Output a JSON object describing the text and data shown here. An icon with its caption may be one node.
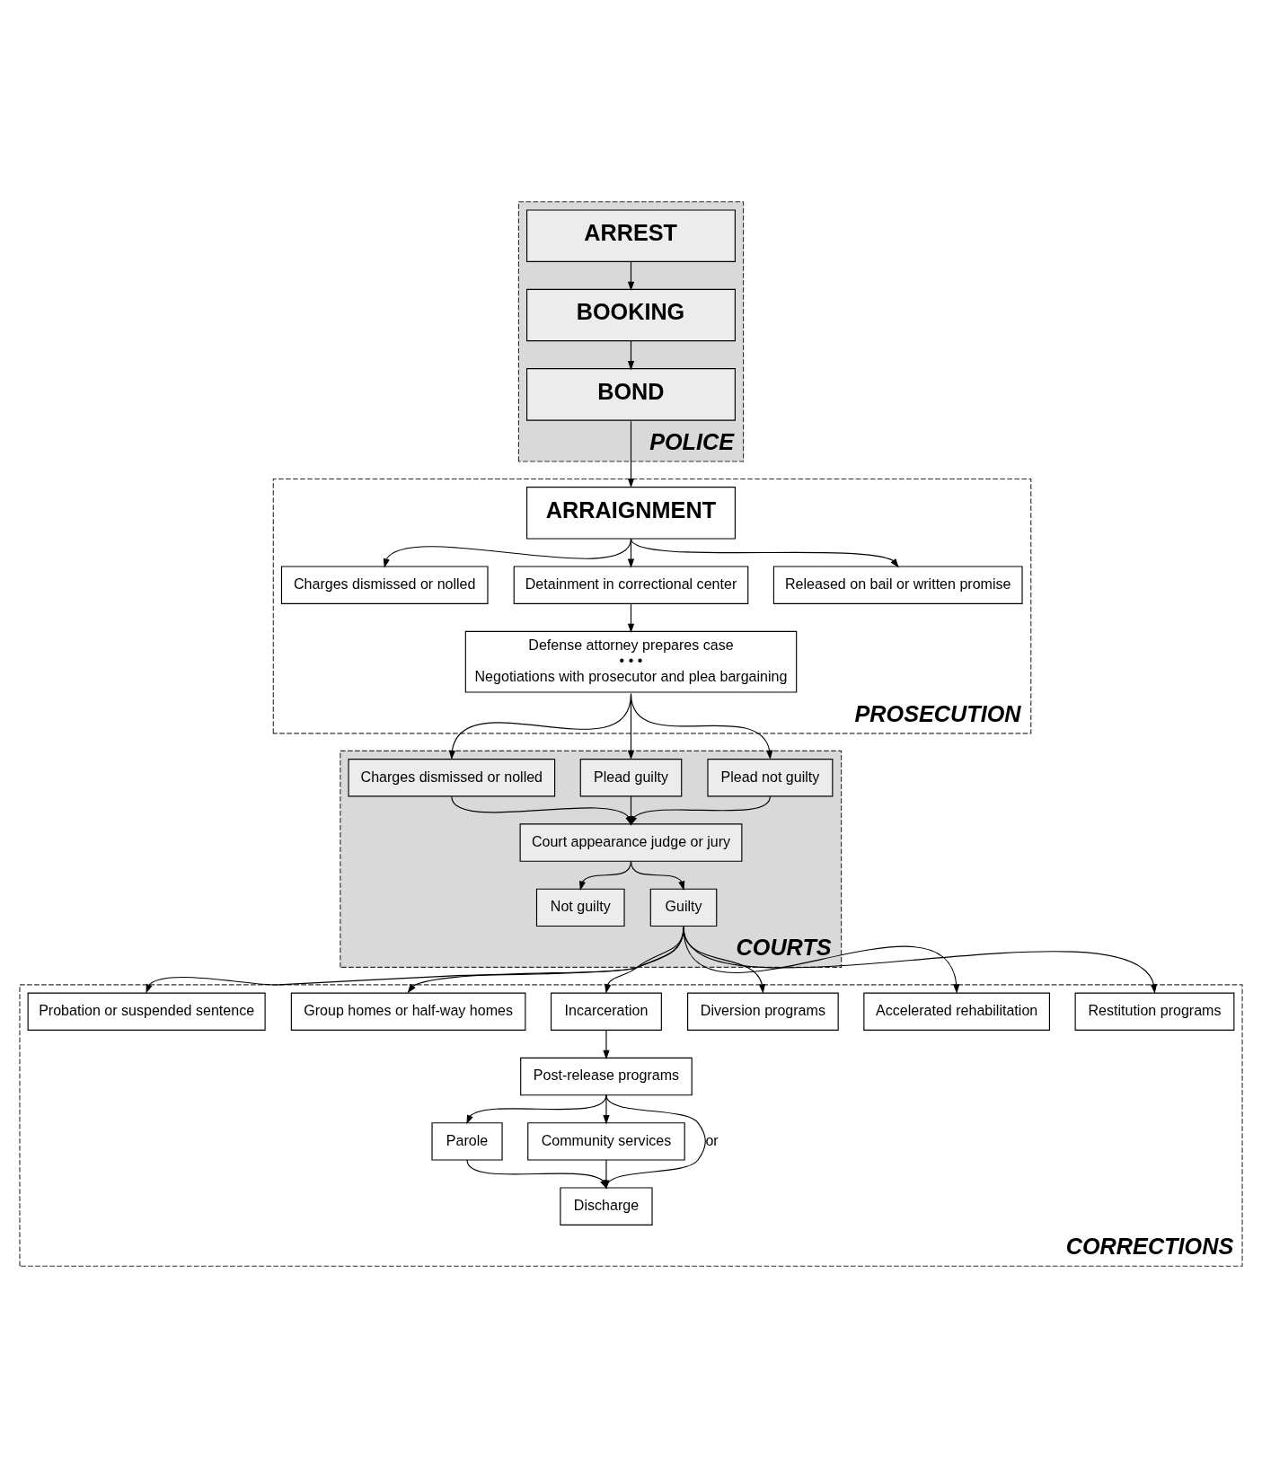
{
  "diagram": {
    "nodes": [
      {
        "text": [
          "POLICE"
        ]
      },
      {
        "text": [
          "ARREST"
        ],
        "in": 0
      },
      {
        "text": [
          "BOOKING"
        ],
        "in": 0
      },
      {
        "text": [
          "BOND"
        ],
        "in": 0
      },
      {
        "text": [
          "PROSECUTION"
        ]
      },
      {
        "text": [
          "ARRAIGNMENT"
        ],
        "in": 4
      },
      {
        "text": [
          "Charges dismissed or nolled"
        ],
        "in": 4
      },
      {
        "text": [
          "Detainment in correctional center"
        ],
        "in": 4
      },
      {
        "text": [
          "Released on bail or written promise"
        ],
        "in": 4
      },
      {
        "text": [
          "Defense attorney prepares case",
          "• • •",
          "Negotiations with prosecutor and plea bargaining"
        ],
        "in": 4
      },
      {
        "text": [
          "COURTS"
        ]
      },
      {
        "text": [
          "Charges dismissed or nolled"
        ],
        "in": 10
      },
      {
        "text": [
          "Plead guilty"
        ],
        "in": 10
      },
      {
        "text": [
          "Plead not guilty"
        ],
        "in": 10
      },
      {
        "text": [
          "Court appearance judge or jury"
        ],
        "in": 10
      },
      {
        "text": [
          "Not guilty"
        ],
        "in": 10
      },
      {
        "text": [
          "Guilty"
        ],
        "in": 10
      },
      {
        "text": [
          "CORRECTIONS"
        ]
      },
      {
        "text": [
          "Probation or suspended sentence"
        ],
        "in": 17
      },
      {
        "text": [
          "Group homes or half-way homes"
        ],
        "in": 17
      },
      {
        "text": [
          "Incarceration"
        ],
        "in": 17
      },
      {
        "text": [
          "Diversion programs"
        ],
        "in": 17
      },
      {
        "text": [
          "Accelerated rehabilitation"
        ],
        "in": 17
      },
      {
        "text": [
          "Restitution programs"
        ],
        "in": 17
      },
      {
        "text": [
          "Post-release programs"
        ],
        "in": 17
      },
      {
        "text": [
          "Parole"
        ],
        "in": 17
      },
      {
        "text": [
          "Community services"
        ],
        "in": 17
      },
      {
        "text": [
          "Discharge"
        ],
        "in": 17
      }
    ],
    "edges": [
      {
        "from": 1,
        "to": 2,
        "arrow": "to"
      },
      {
        "from": 2,
        "to": 3,
        "arrow": "to"
      },
      {
        "from": 3,
        "to": 5,
        "arrow": "to"
      },
      {
        "from": 5,
        "to": 6,
        "arrow": "to"
      },
      {
        "from": 5,
        "to": 7,
        "arrow": "to"
      },
      {
        "from": 5,
        "to": 8,
        "arrow": "to"
      },
      {
        "from": 7,
        "to": 9,
        "arrow": "to"
      },
      {
        "from": 9,
        "to": 11,
        "arrow": "to"
      },
      {
        "from": 9,
        "to": 12,
        "arrow": "to"
      },
      {
        "from": 9,
        "to": 13,
        "arrow": "to"
      },
      {
        "from": 11,
        "to": 14,
        "arrow": "to"
      },
      {
        "from": 12,
        "to": 14,
        "arrow": "to"
      },
      {
        "from": 13,
        "to": 14,
        "arrow": "to"
      },
      {
        "from": 14,
        "to": 15,
        "arrow": "to"
      },
      {
        "from": 14,
        "to": 16,
        "arrow": "to"
      },
      {
        "from": 16,
        "to": 18,
        "arrow": "to"
      },
      {
        "from": 16,
        "to": 19,
        "arrow": "to"
      },
      {
        "from": 16,
        "to": 20,
        "arrow": "to"
      },
      {
        "from": 16,
        "to": 21,
        "arrow": "to"
      },
      {
        "from": 16,
        "to": 22,
        "arrow": "to"
      },
      {
        "from": 16,
        "to": 23,
        "arrow": "to"
      },
      {
        "from": 20,
        "to": 24,
        "arrow": "to"
      },
      {
        "from": 24,
        "to": 25,
        "arrow": "to"
      },
      {
        "from": 24,
        "to": 26,
        "arrow": "to"
      },
      {
        "from": 24,
        "to": 27,
        "label": "or",
        "arrow": "none"
      },
      {
        "from": 25,
        "to": 27,
        "arrow": "to"
      },
      {
        "from": 26,
        "to": 27,
        "arrow": "to"
      }
    ]
  }
}
